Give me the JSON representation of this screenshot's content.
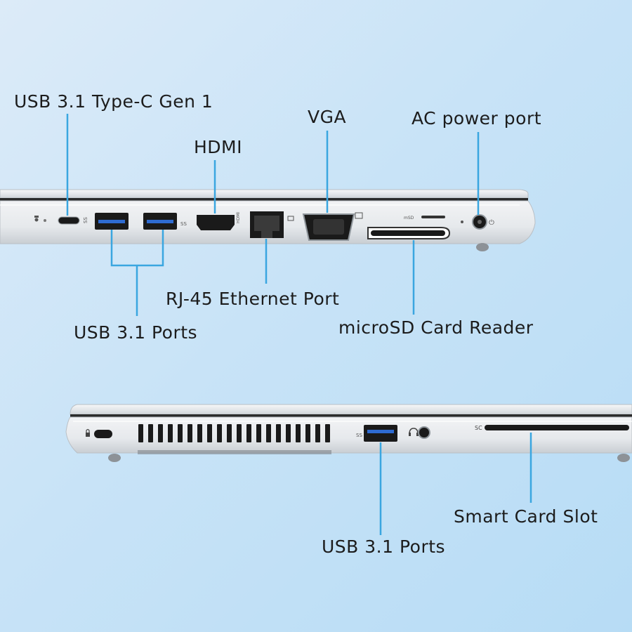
{
  "colors": {
    "background": "#c8e3f7",
    "callout_line": "#3aa6e0",
    "chassis": "#e9ecef",
    "port_black": "#1a1a1a"
  },
  "top_view": {
    "labels": {
      "usb_c": "USB 3.1 Type-C Gen 1",
      "hdmi": "HDMI",
      "vga": "VGA",
      "ac_power": "AC power port",
      "rj45": "RJ-45 Ethernet Port",
      "usb_ports": "USB 3.1 Ports",
      "microsd": "microSD Card Reader"
    },
    "port_markings": {
      "hdmi_mark": "HDMI",
      "usb_mark": "SS",
      "sd_mark": "microSD"
    }
  },
  "bottom_view": {
    "labels": {
      "usb_ports": "USB 3.1 Ports",
      "smart_card": "Smart Card Slot"
    },
    "port_markings": {
      "sc_mark": "SC"
    }
  },
  "icons": [
    "power-indicator-icon",
    "lock-icon",
    "ethernet-icon",
    "vga-icon",
    "dc-power-icon",
    "headphone-icon",
    "usb-ss-icon"
  ]
}
